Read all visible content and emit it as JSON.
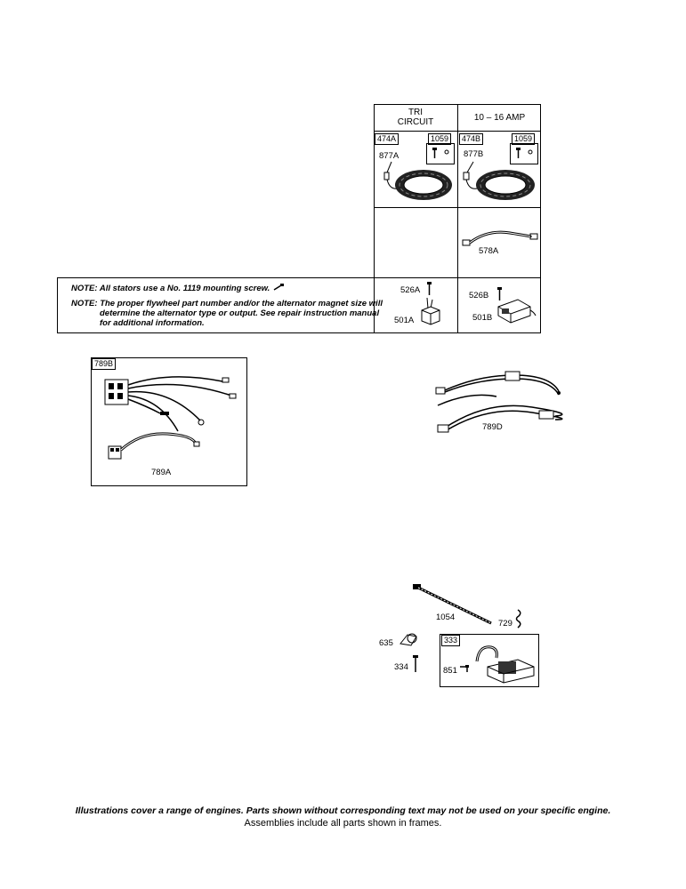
{
  "table": {
    "col1_header": "TRI\nCIRCUIT",
    "col2_header": "10 – 16 AMP"
  },
  "parts": {
    "p474A": "474A",
    "p1059a": "1059",
    "p474B": "474B",
    "p1059b": "1059",
    "p877A": "877A",
    "p877B": "877B",
    "p578A": "578A",
    "p526A": "526A",
    "p501A": "501A",
    "p526B": "526B",
    "p501B": "501B",
    "p789B": "789B",
    "p789A": "789A",
    "p789D": "789D",
    "p1054": "1054",
    "p729": "729",
    "p635": "635",
    "p334": "334",
    "p333": "333",
    "p851": "851"
  },
  "note": {
    "line1": "NOTE: All stators use a No. 1119 mounting screw.",
    "line2": "NOTE: The proper flywheel part number and/or the alternator magnet size will",
    "line3": "determine the alternator type or output. See repair instruction manual",
    "line4": "for additional information."
  },
  "footer": {
    "line1": "Illustrations cover a range of engines. Parts shown without corresponding text may not be used on your specific engine.",
    "line2": "Assemblies include all parts shown in frames."
  }
}
